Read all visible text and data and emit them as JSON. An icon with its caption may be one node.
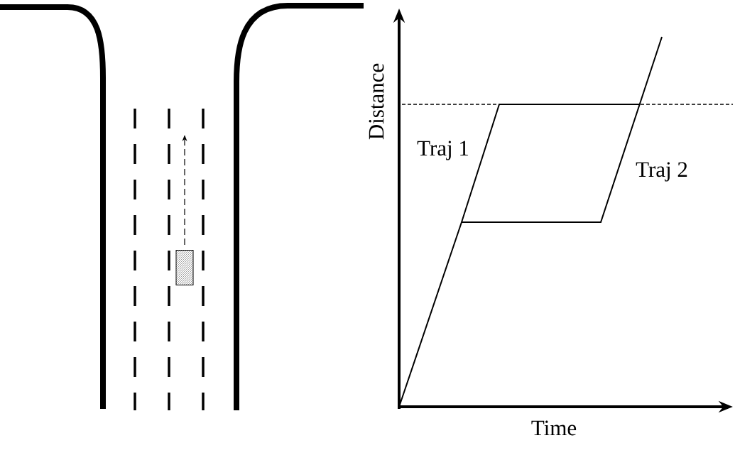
{
  "diagram": {
    "nodes": [
      {
        "text": [],
        "shape": "box"
      }
    ],
    "labels": [
      "Distance",
      "Traj 1",
      "Traj 2",
      "Time"
    ]
  }
}
